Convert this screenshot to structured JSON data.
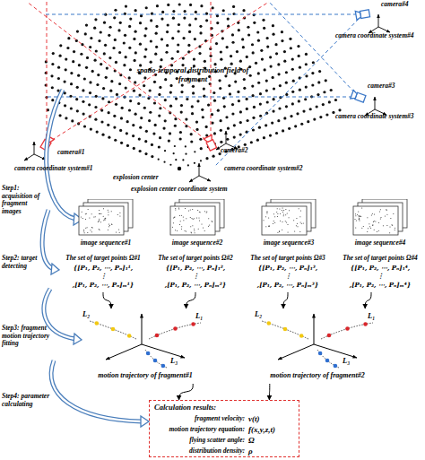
{
  "diagram": {
    "nodes": [
      {
        "text": [
          "image sequence#1"
        ]
      },
      {
        "text": [
          "image sequence#2"
        ]
      },
      {
        "text": [
          "image sequence#3"
        ]
      },
      {
        "text": [
          "image sequence#4"
        ]
      },
      {
        "text": [
          "The set of target points Ω#1",
          "{[P₁, P₂, ⋯, Pₙ]₁¹,",
          "⋮",
          ",[P₁, P₂, ⋯, Pₙ]ₘ¹}"
        ]
      },
      {
        "text": [
          "The set of target points Ω#2",
          "{[P₁, P₂, ⋯, Pₙ]₁²,",
          "⋮",
          ",[P₁, P₂, ⋯, Pₙ]ₘ²}"
        ]
      },
      {
        "text": [
          "The set of target points Ω#3",
          "{[P₁, P₂, ⋯, Pₙ]₁³,",
          "⋮",
          ",[P₁, P₂, ⋯, Pₙ]ₘ³}"
        ]
      },
      {
        "text": [
          "The set of target points Ω#4",
          "{[P₁, P₂, ⋯, Pₙ]₁⁴,",
          "⋮",
          ",[P₁, P₂, ⋯, Pₙ]ₘ⁴}"
        ]
      },
      {
        "text": [
          "L₂",
          "L₁",
          "L₃",
          "motion trajectory of fragment#1"
        ]
      },
      {
        "text": [
          "L₂",
          "L₁",
          "L₃",
          "motion trajectory of fragment#2"
        ]
      },
      {
        "text": [
          "Calculation results:",
          "fragment velocity:",
          "v(t)",
          "motion trajectory equation:",
          "f(x,y,z,t)",
          "flying scatter angle:",
          "Ω",
          "distribution density:",
          "ρ"
        ]
      }
    ],
    "edges": [
      {
        "from": 4,
        "to": 8,
        "arrow": "to"
      },
      {
        "from": 5,
        "to": 8,
        "arrow": "to"
      },
      {
        "from": 6,
        "to": 9,
        "arrow": "to"
      },
      {
        "from": 7,
        "to": 9,
        "arrow": "to"
      },
      {
        "from": 8,
        "to": 10,
        "arrow": "to"
      },
      {
        "from": 9,
        "to": 10,
        "arrow": "to"
      }
    ],
    "labels": [
      "camera#4",
      "camera coordinate system#4",
      "spatio-temporal distribution field of fragment",
      "camera#3",
      "camera coordinate system#3",
      "camera#1",
      "camera coordinate system#1",
      "camera#2",
      "camera coordinate system#2",
      "explosion center",
      "explosion center coordinate system",
      "Step1: acquisition of fragment images",
      "Step2: target detecting",
      "Step3: fragment motion trajectory fitting",
      "Step4: parameter calculating"
    ]
  }
}
